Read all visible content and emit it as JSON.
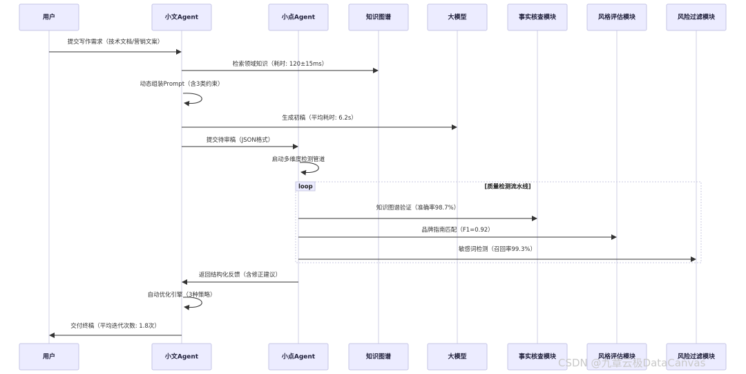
{
  "actors": [
    {
      "id": "user",
      "label": "用户"
    },
    {
      "id": "xiaowen",
      "label": "小文Agent"
    },
    {
      "id": "xiaodian",
      "label": "小点Agent"
    },
    {
      "id": "kg",
      "label": "知识图谱"
    },
    {
      "id": "llm",
      "label": "大模型"
    },
    {
      "id": "factcheck",
      "label": "事实核查模块"
    },
    {
      "id": "style",
      "label": "风格评估模块"
    },
    {
      "id": "risk",
      "label": "风险过滤模块"
    }
  ],
  "messages": [
    {
      "from": "user",
      "to": "xiaowen",
      "label": "提交写作需求（技术文档/营销文案）"
    },
    {
      "from": "xiaowen",
      "to": "kg",
      "label": "检索领域知识（耗时: 120±15ms）"
    },
    {
      "from": "xiaowen",
      "to": "xiaowen",
      "label": "动态组装Prompt（含3类约束）"
    },
    {
      "from": "xiaowen",
      "to": "llm",
      "label": "生成初稿（平均耗时: 6.2s）"
    },
    {
      "from": "xiaowen",
      "to": "xiaodian",
      "label": "提交待审稿（JSON格式）"
    },
    {
      "from": "xiaodian",
      "to": "xiaodian",
      "label": "启动多维度检测管道"
    },
    {
      "from": "xiaodian",
      "to": "factcheck",
      "label": "知识图谱验证（准确率98.7%）"
    },
    {
      "from": "xiaodian",
      "to": "style",
      "label": "品牌指南匹配（F1=0.92）"
    },
    {
      "from": "xiaodian",
      "to": "risk",
      "label": "敏感词检测（召回率99.3%）"
    },
    {
      "from": "xiaodian",
      "to": "xiaowen",
      "label": "返回结构化反馈（含修正建议）"
    },
    {
      "from": "xiaowen",
      "to": "xiaowen",
      "label": "自动优化引擎（3种策略）"
    },
    {
      "from": "xiaowen",
      "to": "user",
      "label": "交付终稿（平均迭代次数: 1.8次）"
    }
  ],
  "loop": {
    "keyword": "loop",
    "title": "[质量检测流水线]"
  },
  "watermark": "CSDN @九章云极DataCanvas"
}
